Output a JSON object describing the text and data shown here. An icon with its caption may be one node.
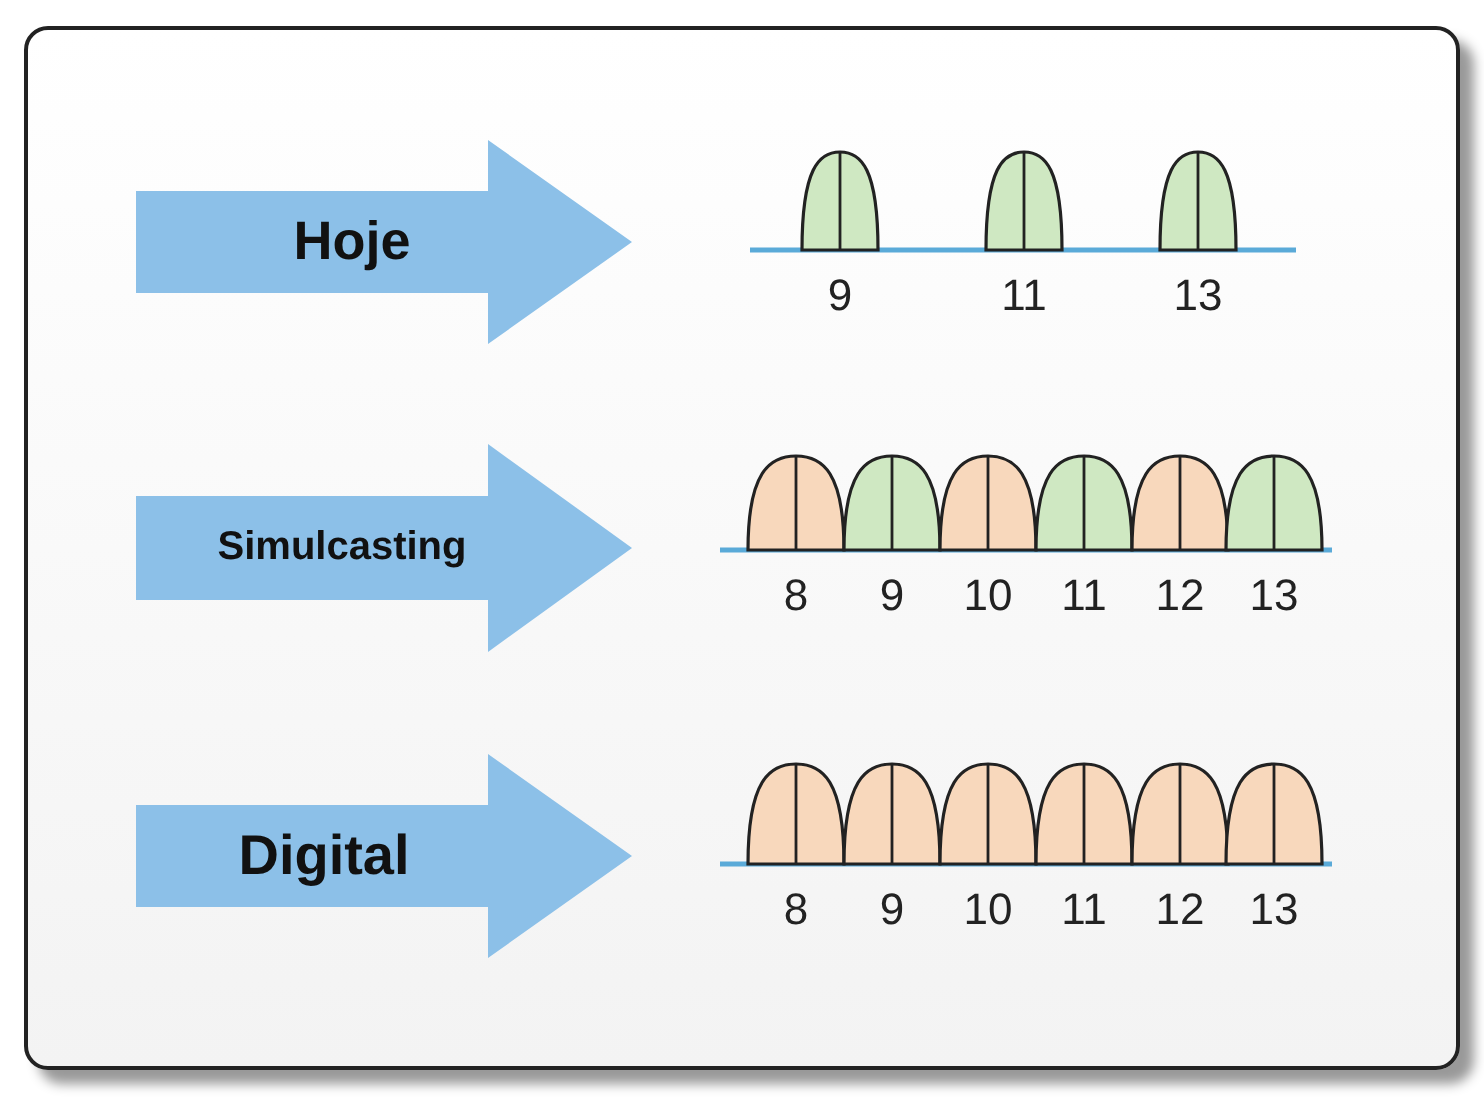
{
  "diagram": {
    "nodes": [
      {
        "text": [
          "Hoje"
        ]
      },
      {
        "text": [
          "Simulcasting"
        ]
      },
      {
        "text": [
          "Digital"
        ]
      }
    ],
    "labels": [
      "9",
      "11",
      "13",
      "8",
      "9",
      "10",
      "11",
      "12",
      "13",
      "8",
      "9",
      "10",
      "11",
      "12",
      "13"
    ]
  }
}
